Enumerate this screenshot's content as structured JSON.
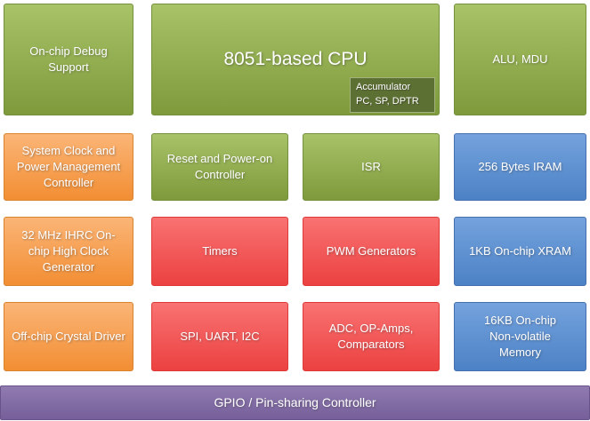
{
  "colors": {
    "green": "#8cab4a",
    "orange": "#f79646",
    "red": "#ee4c4c",
    "blue": "#5585c8",
    "purple": "#8064a2",
    "cpu_sub_background": "#5d7033",
    "text": "#ffffff",
    "background": "#ffffff"
  },
  "blocks": {
    "debug_support": "On-chip Debug Support",
    "cpu": "8051-based CPU",
    "cpu_sub_line1": "Accumulator",
    "cpu_sub_line2": "PC, SP, DPTR",
    "alu_mdu": "ALU, MDU",
    "system_clock": "System Clock and Power Management Controller",
    "reset_controller": "Reset and Power-on Controller",
    "isr": "ISR",
    "iram": "256 Bytes IRAM",
    "ihrc": "32 MHz IHRC On-chip High Clock Generator",
    "timers": "Timers",
    "pwm": "PWM Generators",
    "xram": "1KB On-chip XRAM",
    "crystal_driver": "Off-chip Crystal Driver",
    "serial": "SPI, UART, I2C",
    "analog": "ADC, OP-Amps, Comparators",
    "nvm": "16KB On-chip Non-volatile Memory",
    "gpio": "GPIO / Pin-sharing Controller"
  }
}
